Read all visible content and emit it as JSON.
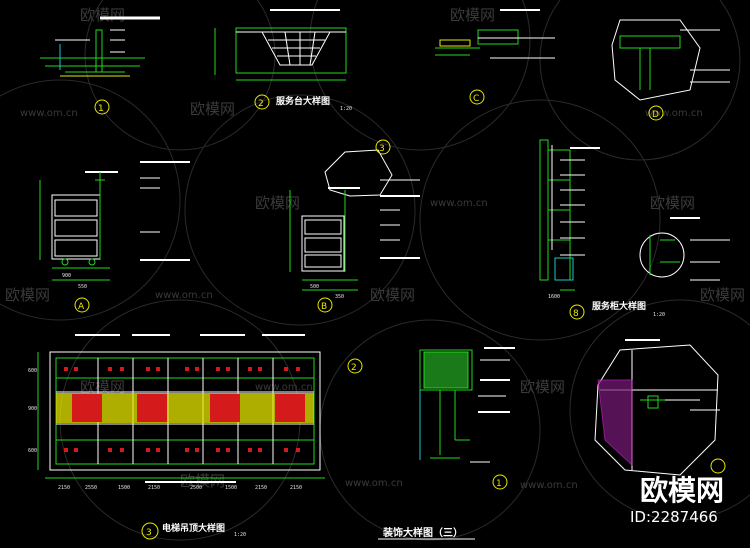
{
  "watermarks": {
    "brand": "欧模网",
    "site": "www.om.cn"
  },
  "titles": {
    "service_counter_detail": "服务台大样图",
    "service_counter_detail_scale": "1:20",
    "service_cabinet_detail": "服务柜大样图",
    "service_cabinet_detail_scale": "1:20",
    "elevator_ceiling_detail": "电梯吊顶大样图",
    "elevator_ceiling_detail_scale": "1:20",
    "sheet_title": "装饰大样图（三）"
  },
  "markers": {
    "m1": "1",
    "m2": "2",
    "mC": "C",
    "mD": "D",
    "mA": "A",
    "mB": "B",
    "m3": "3",
    "m4": "1",
    "m5": "8",
    "m6": "2",
    "m7": "3"
  },
  "dims": {
    "cabinet_a": [
      "900",
      "550"
    ],
    "cabinet_b": [
      "500",
      "350"
    ],
    "cabinet_c": [
      "1600"
    ],
    "ceiling_bottom": [
      "2150",
      "2550",
      "1500",
      "2150",
      "2500",
      "1500",
      "2150",
      "2150"
    ],
    "ceiling_left": [
      "600",
      "900",
      "600"
    ]
  },
  "logo": {
    "name": "欧模网",
    "id": "ID:2287466"
  },
  "colors": {
    "background": "#000000",
    "line_green": "#22d81e",
    "line_white": "#ffffff",
    "accent_yellow": "#e8e800",
    "accent_red": "#d41a1a",
    "accent_cyan": "#18c9c9",
    "accent_magenta": "#d020d0"
  }
}
